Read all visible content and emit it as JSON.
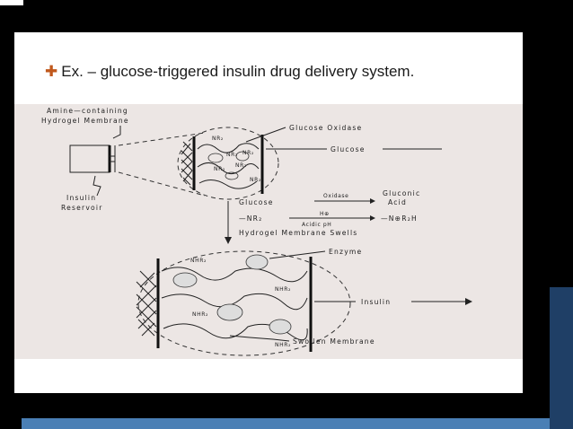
{
  "slide": {
    "bullet_text": "Ex. – glucose-triggered insulin drug delivery system."
  },
  "diagram": {
    "labels": {
      "membrane": [
        "Amine—containing",
        "Hydrogel Membrane"
      ],
      "reservoir": [
        "Insulin",
        "Reservoir"
      ],
      "glucose_oxidase": "Glucose Oxidase",
      "glucose_arrow": "Glucose",
      "reaction_left": "Glucose",
      "reaction_enzyme": "Oxidase",
      "reaction_right": [
        "Gluconic",
        "Acid"
      ],
      "protonation_left": "—NR₂",
      "protonation_over": "H⊕",
      "protonation_under": "Acidic pH",
      "protonation_right": "—N⊕R₂H",
      "membrane_swells": "Hydrogel Membrane Swells",
      "enzyme": "Enzyme",
      "insulin": "Insulin",
      "swollen_membrane": "Swollen Membrane",
      "nr2": "NR₂",
      "nhr2": "NHR₂"
    }
  }
}
